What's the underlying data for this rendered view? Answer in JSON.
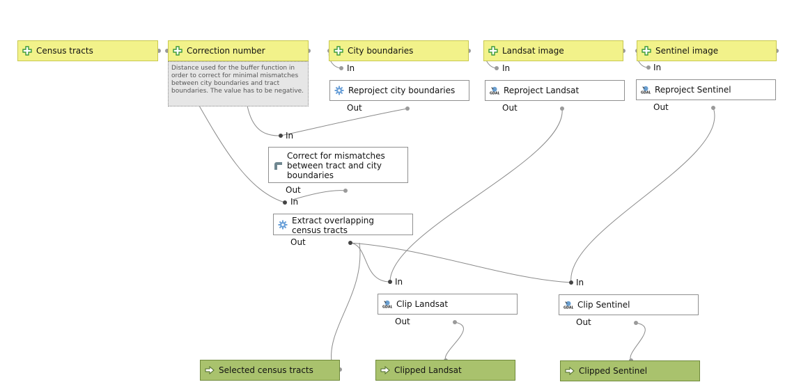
{
  "colors": {
    "param_fill": "#f2f28a",
    "algo_fill": "#ffffff",
    "output_fill": "#a9c26d",
    "wire": "#8a8a8a",
    "plus_icon": "#3a9a3a"
  },
  "nodes": {
    "census_tracts": {
      "label": "Census tracts",
      "icon": "plus-icon"
    },
    "correction_number": {
      "label": "Correction number",
      "icon": "plus-icon",
      "description": "Distance used for the buffer function in order to correct for minimal mismatches between city boundaries and tract boundaries. The value has to be negative."
    },
    "city_boundaries": {
      "label": "City boundaries",
      "icon": "plus-icon"
    },
    "landsat_image": {
      "label": "Landsat image",
      "icon": "plus-icon"
    },
    "sentinel_image": {
      "label": "Sentinel image",
      "icon": "plus-icon"
    },
    "reproject_city": {
      "label": "Reproject city boundaries",
      "icon": "gear-icon"
    },
    "reproject_landsat": {
      "label": "Reproject Landsat",
      "icon": "gdal-icon"
    },
    "reproject_sentinel": {
      "label": "Reproject Sentinel",
      "icon": "gdal-icon"
    },
    "correct_mismatch": {
      "label": "Correct for mismatches between tract and city boundaries",
      "icon": "script-icon"
    },
    "extract_overlapping": {
      "label": "Extract overlapping census tracts",
      "icon": "gear-icon"
    },
    "clip_landsat": {
      "label": "Clip Landsat",
      "icon": "gdal-icon"
    },
    "clip_sentinel": {
      "label": "Clip Sentinel",
      "icon": "gdal-icon"
    },
    "selected_tracts": {
      "label": "Selected census tracts",
      "icon": "arrow-icon"
    },
    "clipped_landsat": {
      "label": "Clipped Landsat",
      "icon": "arrow-icon"
    },
    "clipped_sentinel": {
      "label": "Clipped Sentinel",
      "icon": "arrow-icon"
    }
  },
  "ports": {
    "in": "In",
    "out": "Out"
  }
}
